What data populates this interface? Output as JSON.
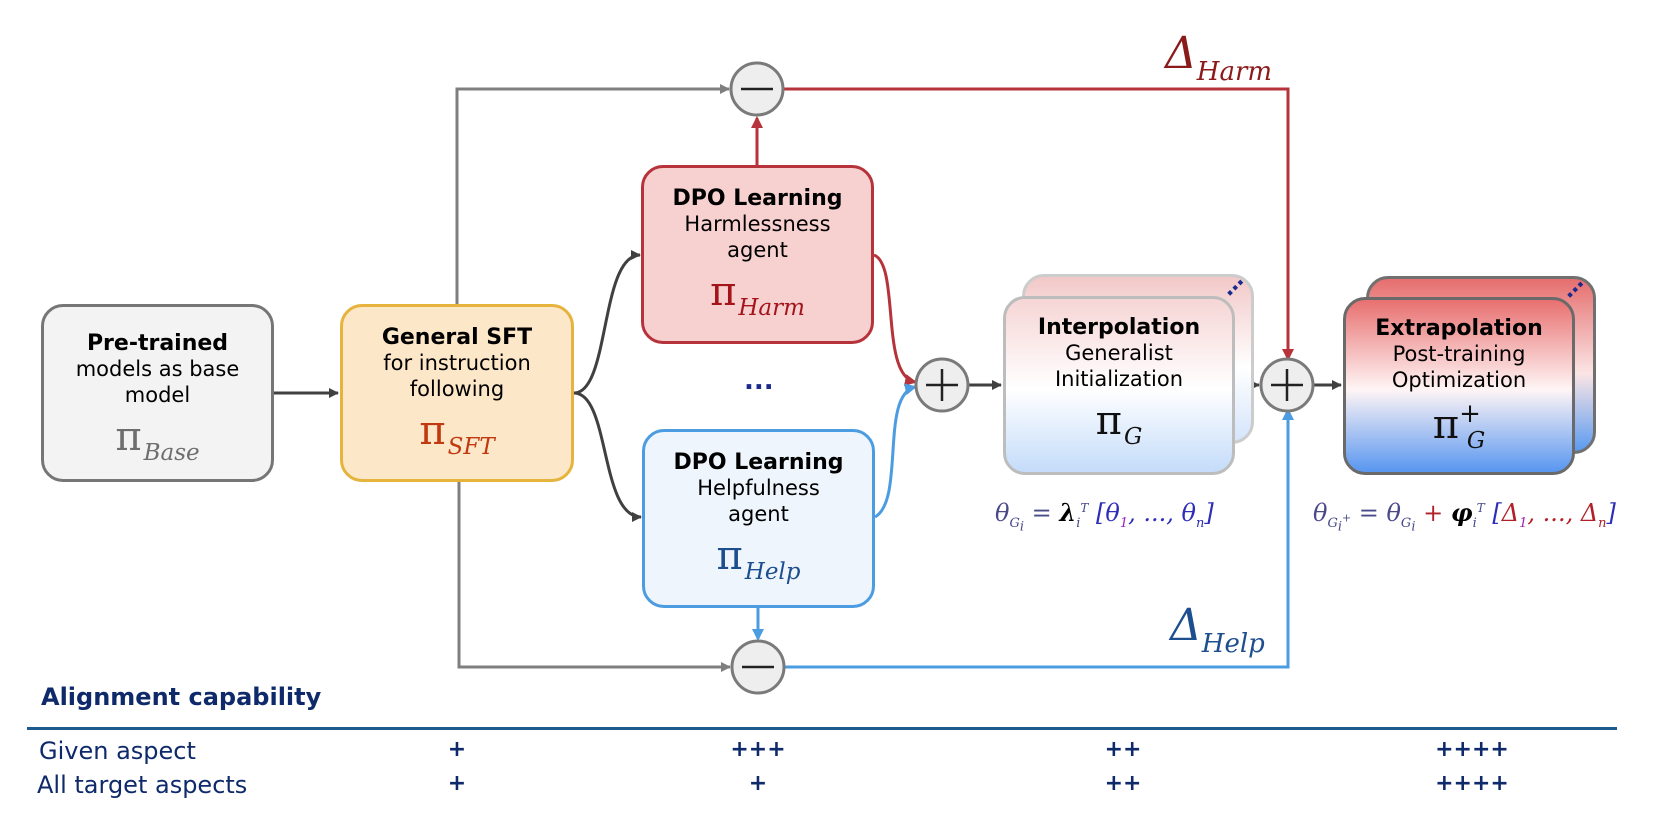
{
  "boxes": {
    "base": {
      "title": "Pre-trained",
      "line1": "models as base",
      "line2": "model",
      "pi_sub": "Base"
    },
    "sft": {
      "title": "General SFT",
      "line1": "for instruction",
      "line2": "following",
      "pi_sub": "SFT"
    },
    "harm": {
      "title": "DPO Learning",
      "line1": "Harmlessness",
      "line2": "agent",
      "pi_sub": "Harm"
    },
    "help": {
      "title": "DPO Learning",
      "line1": "Helpfulness",
      "line2": "agent",
      "pi_sub": "Help"
    },
    "interp": {
      "title": "Interpolation",
      "line1": "Generalist",
      "line2": "Initialization",
      "pi_sub": "G"
    },
    "extrap": {
      "title": "Extrapolation",
      "line1": "Post-training",
      "line2": "Optimization",
      "pi_sub": "G",
      "pi_sup": "+"
    }
  },
  "pi_symbol": "π",
  "ellipsis": "...",
  "deltas": {
    "harm": {
      "symbol": "Δ",
      "sub": "Harm"
    },
    "help": {
      "symbol": "Δ",
      "sub": "Help"
    }
  },
  "equations": {
    "interp": "θ_{G_i} = λ_i^T [θ_1, ..., θ_n]",
    "extrap": "θ_{G_i^+} = θ_{G_i} + φ_i^T [Δ_1, ..., Δ_n]"
  },
  "operators": {
    "minus": "−",
    "plus": "+"
  },
  "colors": {
    "harm": "#b7333b",
    "help": "#4c9ce2",
    "gray_line": "#7f7f7f",
    "dark_arrow": "#404040",
    "title_navy": "#0f2a6a"
  },
  "alignment": {
    "title": "Alignment capability",
    "rows": [
      {
        "label": "Given aspect",
        "scores": [
          "+",
          "+++",
          "++",
          "++++"
        ]
      },
      {
        "label": "All target aspects",
        "scores": [
          "+",
          "+",
          "++",
          "++++"
        ]
      }
    ]
  }
}
